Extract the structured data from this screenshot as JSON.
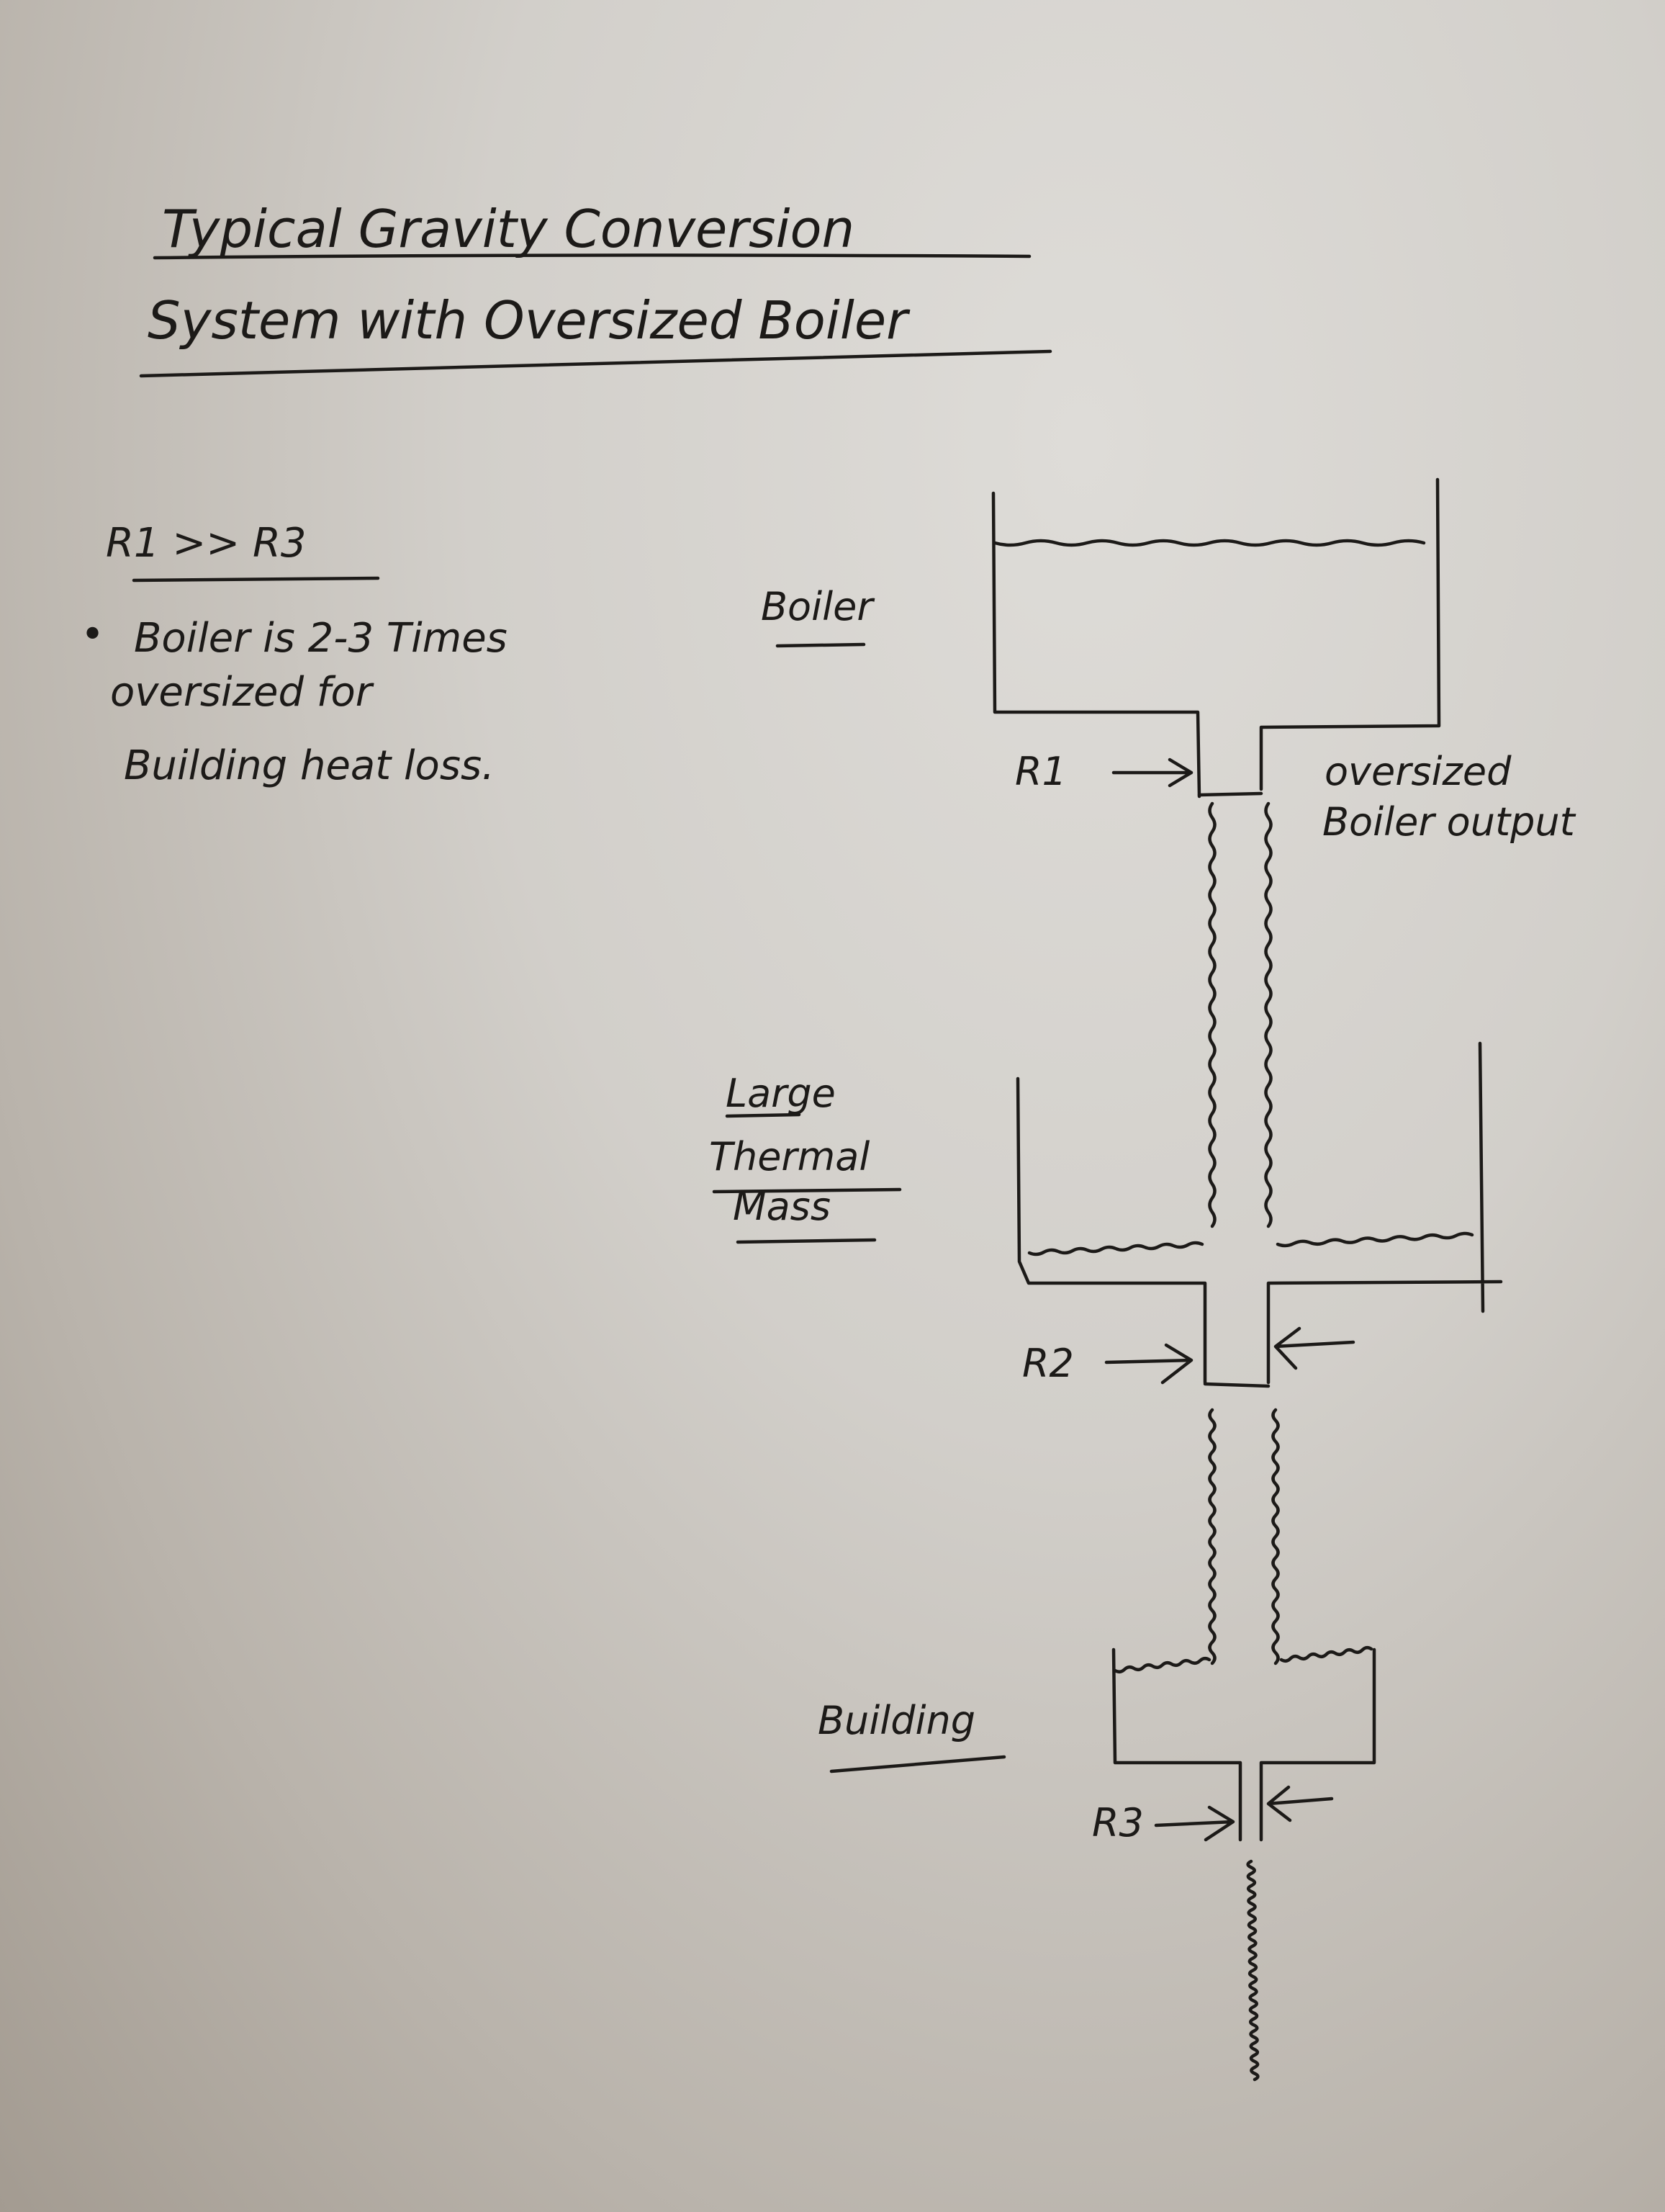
{
  "title": {
    "line1": "Typical Gravity Conversion",
    "line2": "System with Oversized Boiler"
  },
  "notes": {
    "relation": "R1 >> R3",
    "bullet_marker": "•",
    "bullet_lines": [
      "Boiler is 2-3 Times",
      "oversized for",
      "Building heat loss."
    ]
  },
  "diagram": {
    "boiler_label": "Boiler",
    "r1_label": "R1",
    "output_label_line1": "oversized",
    "output_label_line2": "Boiler output",
    "thermal_mass_label": [
      "Large",
      "Thermal",
      "Mass"
    ],
    "r2_label": "R2",
    "building_label": "Building",
    "r3_label": "R3"
  }
}
